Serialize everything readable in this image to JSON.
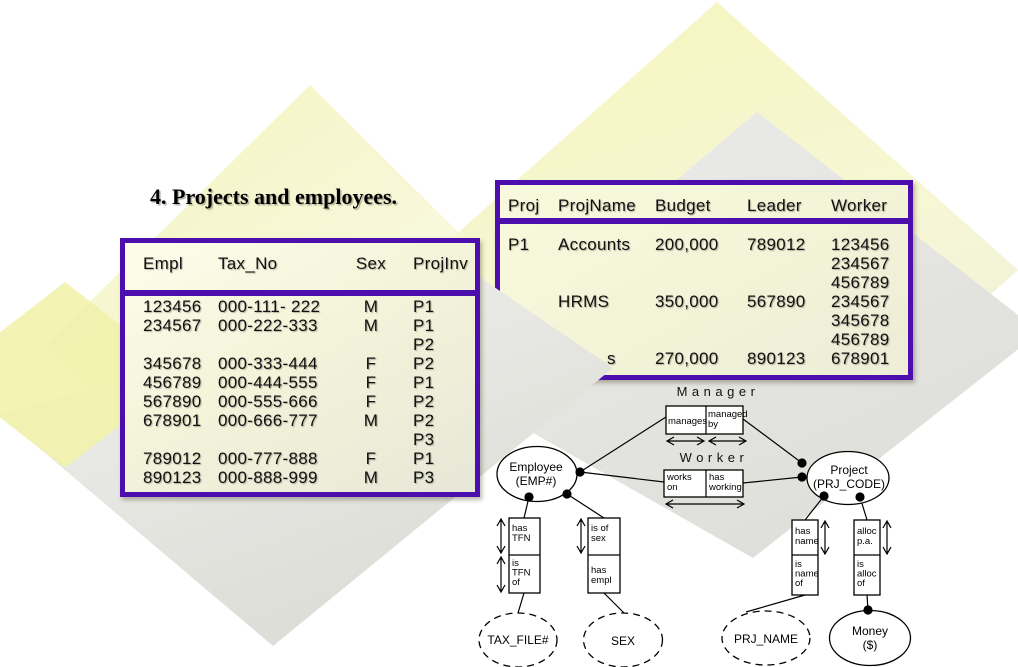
{
  "title": "4. Projects and employees.",
  "colors": {
    "purple": "#4c0fae",
    "diamond_yellow": "#f5f5c1",
    "diamond_gray": "#e2e2df",
    "text": "#111111"
  },
  "employee_table": {
    "headers": [
      "Empl",
      "Tax_No",
      "Sex",
      "ProjInv"
    ],
    "rows": [
      {
        "empl": "123456",
        "tax_no": "000-111- 222",
        "sex": "M",
        "projs": [
          "P1"
        ]
      },
      {
        "empl": "234567",
        "tax_no": "000-222-333",
        "sex": "M",
        "projs": [
          "P1",
          "P2"
        ]
      },
      {
        "empl": "345678",
        "tax_no": "000-333-444",
        "sex": "F",
        "projs": [
          "P2"
        ]
      },
      {
        "empl": "456789",
        "tax_no": "000-444-555",
        "sex": "F",
        "projs": [
          "P1"
        ]
      },
      {
        "empl": "567890",
        "tax_no": "000-555-666",
        "sex": "F",
        "projs": [
          "P2"
        ]
      },
      {
        "empl": "678901",
        "tax_no": "000-666-777",
        "sex": "M",
        "projs": [
          "P2",
          "P3"
        ]
      },
      {
        "empl": "789012",
        "tax_no": "000-777-888",
        "sex": "F",
        "projs": [
          "P1"
        ]
      },
      {
        "empl": "890123",
        "tax_no": "000-888-999",
        "sex": "M",
        "projs": [
          "P3"
        ]
      }
    ]
  },
  "project_table": {
    "headers": [
      "Proj",
      "ProjName",
      "Budget",
      "Leader",
      "Worker"
    ],
    "rows": [
      {
        "proj": "P1",
        "name": "Accounts",
        "budget": "200,000",
        "leader": "789012",
        "workers": [
          "123456",
          "234567",
          "456789"
        ]
      },
      {
        "proj": "",
        "name": "HRMS",
        "budget": "350,000",
        "leader": "567890",
        "workers": [
          "234567",
          "345678",
          "456789"
        ]
      },
      {
        "proj": "",
        "name": "s",
        "budget": "270,000",
        "leader": "890123",
        "workers": [
          "678901"
        ]
      }
    ]
  },
  "diagram": {
    "manager_label": "Manager",
    "worker_label": "Worker",
    "roles": {
      "manages": "manages",
      "managed_by": "managed|by",
      "works_on": "works|on",
      "has_working": "has|working",
      "has_tfn": "has|TFN",
      "is_tfn_of": "is|TFN|of",
      "is_of_sex": "is of|sex",
      "has_empl": "has|empl",
      "has_name": "has|name",
      "is_name_of": "is|name|of",
      "alloc_pa": "alloc|p.a.",
      "is_alloc_of": "is|alloc|of"
    },
    "entities": {
      "employee": {
        "name": "Employee",
        "ref": "(EMP#)"
      },
      "project": {
        "name": "Project",
        "ref": "(PRJ_CODE)"
      },
      "money": {
        "name": "Money",
        "ref": "($)"
      }
    },
    "value_types": {
      "tax": "TAX_FILE#",
      "sex": "SEX",
      "prj_name": "PRJ_NAME"
    }
  }
}
